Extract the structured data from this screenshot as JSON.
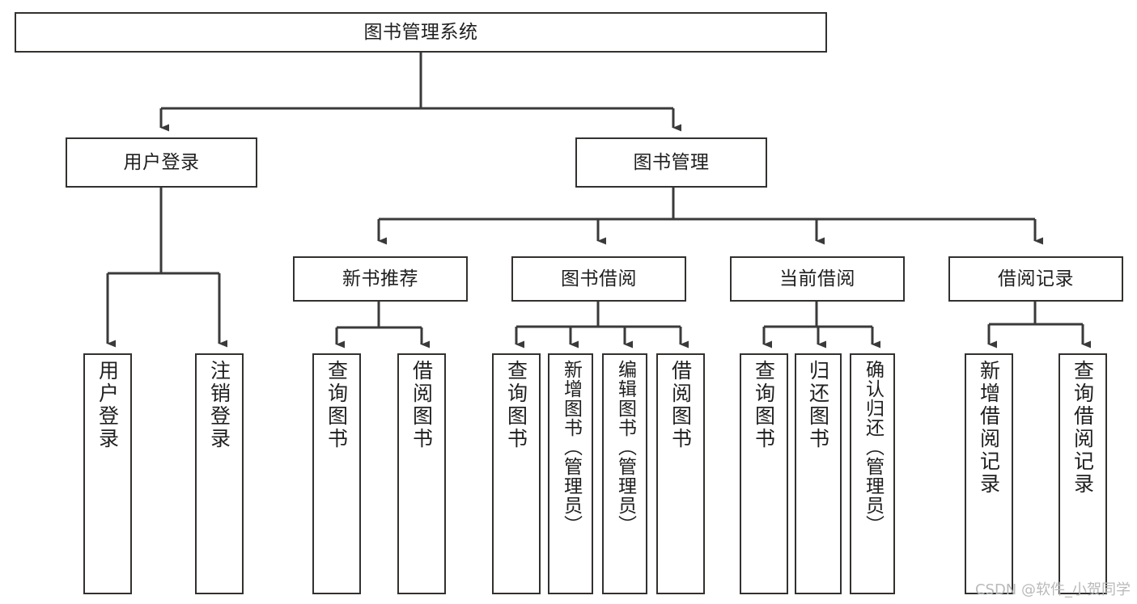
{
  "diagram": {
    "type": "hierarchy-tree",
    "title": "图书管理系统",
    "colors": {
      "box_border": "#33312f",
      "box_fill": "#ffffff",
      "edge": "#3a3a3a",
      "text": "#1f1f1f",
      "watermark": "#b9b9b9",
      "background": "#ffffff"
    },
    "watermark": "CSDN @软件_小贺同学",
    "levels": [
      {
        "level": 0,
        "nodes": [
          {
            "id": "root",
            "label": "图书管理系统"
          }
        ]
      },
      {
        "level": 1,
        "nodes": [
          {
            "id": "login",
            "label": "用户登录",
            "parent": "root"
          },
          {
            "id": "bookmgmt",
            "label": "图书管理",
            "parent": "root"
          }
        ]
      },
      {
        "level": 2,
        "nodes": [
          {
            "id": "newbook",
            "label": "新书推荐",
            "parent": "bookmgmt"
          },
          {
            "id": "borrow",
            "label": "图书借阅",
            "parent": "bookmgmt"
          },
          {
            "id": "current",
            "label": "当前借阅",
            "parent": "bookmgmt"
          },
          {
            "id": "record",
            "label": "借阅记录",
            "parent": "bookmgmt"
          }
        ]
      },
      {
        "level": 3,
        "nodes": [
          {
            "id": "leaf1",
            "label": "用户登录",
            "parent": "login"
          },
          {
            "id": "leaf2",
            "label": "注销登录",
            "parent": "login"
          },
          {
            "id": "leaf3",
            "label": "查询图书",
            "parent": "newbook"
          },
          {
            "id": "leaf4",
            "label": "借阅图书",
            "parent": "newbook"
          },
          {
            "id": "leaf5",
            "label": "查询图书",
            "parent": "borrow"
          },
          {
            "id": "leaf6",
            "label": "新增图书（管理员）",
            "parent": "borrow"
          },
          {
            "id": "leaf7",
            "label": "编辑图书（管理员）",
            "parent": "borrow"
          },
          {
            "id": "leaf8",
            "label": "借阅图书",
            "parent": "borrow"
          },
          {
            "id": "leaf9",
            "label": "查询图书",
            "parent": "current"
          },
          {
            "id": "leaf10",
            "label": "归还图书",
            "parent": "current"
          },
          {
            "id": "leaf11",
            "label": "确认归还（管理员）",
            "parent": "current"
          },
          {
            "id": "leaf12",
            "label": "新增借阅记录",
            "parent": "record"
          },
          {
            "id": "leaf13",
            "label": "查询借阅记录",
            "parent": "record"
          }
        ]
      }
    ]
  }
}
